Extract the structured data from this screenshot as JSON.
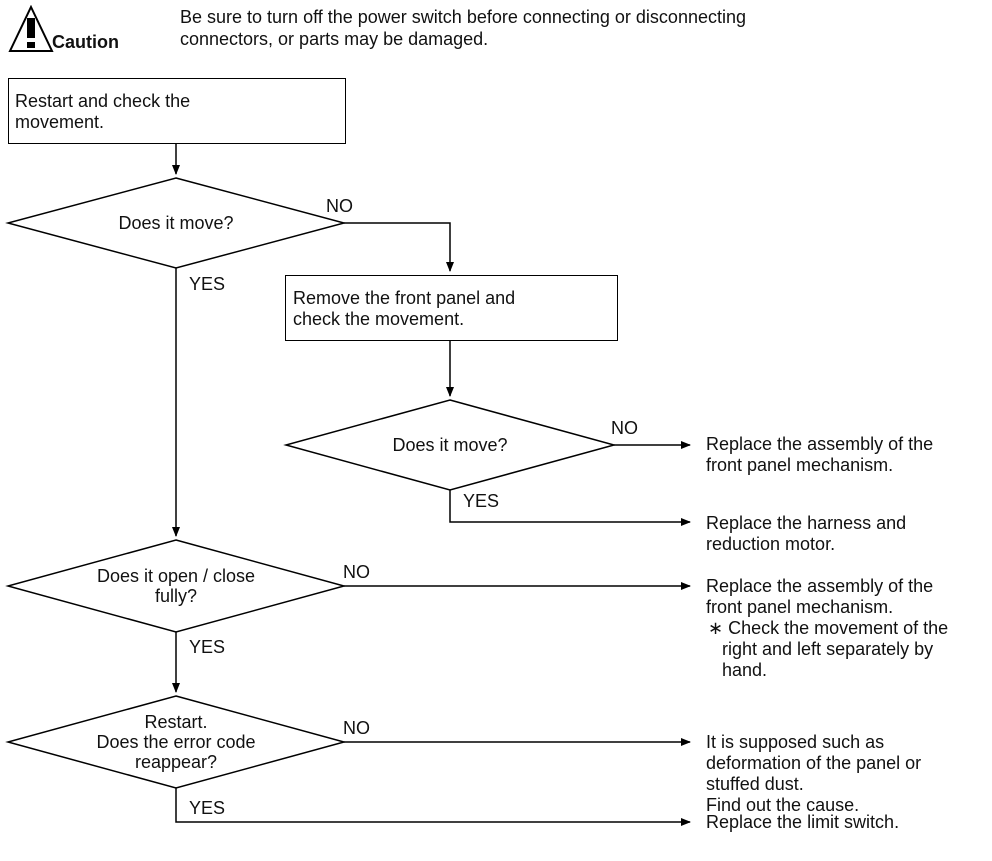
{
  "caution": {
    "label": "Caution",
    "line1": "Be sure to turn off the power switch before connecting or disconnecting",
    "line2": "connectors, or parts may be damaged.",
    "icon": "warning-triangle-icon"
  },
  "flow": {
    "step_restart": {
      "line1": "Restart and check the",
      "line2": "movement."
    },
    "decision1": {
      "text": "Does it move?",
      "no": "NO",
      "yes": "YES"
    },
    "step_front_panel": {
      "line1": "Remove the front panel and",
      "line2": "check the movement."
    },
    "decision2": {
      "text": "Does it move?",
      "no": "NO",
      "yes": "YES"
    },
    "result_replace_panel_1": {
      "line1": "Replace the assembly of the",
      "line2": "front panel mechanism."
    },
    "result_harness": {
      "line1": "Replace the harness and",
      "line2": "reduction motor."
    },
    "decision3": {
      "line1": "Does it open / close",
      "line2": "fully?",
      "no": "NO",
      "yes": "YES"
    },
    "result_replace_panel_2": {
      "line1": "Replace the assembly of the",
      "line2": "front panel mechanism.",
      "note1": "∗ Check the movement of the",
      "note2": "right and left separately by",
      "note3": "hand."
    },
    "decision4": {
      "line1": "Restart.",
      "line2": "Does the error code",
      "line3": "reappear?",
      "no": "NO",
      "yes": "YES"
    },
    "result_deformation": {
      "line1": "It is supposed such as",
      "line2": "deformation of the panel or",
      "line3": "stuffed dust.",
      "line4": "Find out the cause."
    },
    "result_limit_switch": {
      "line1": "Replace the limit switch."
    }
  }
}
